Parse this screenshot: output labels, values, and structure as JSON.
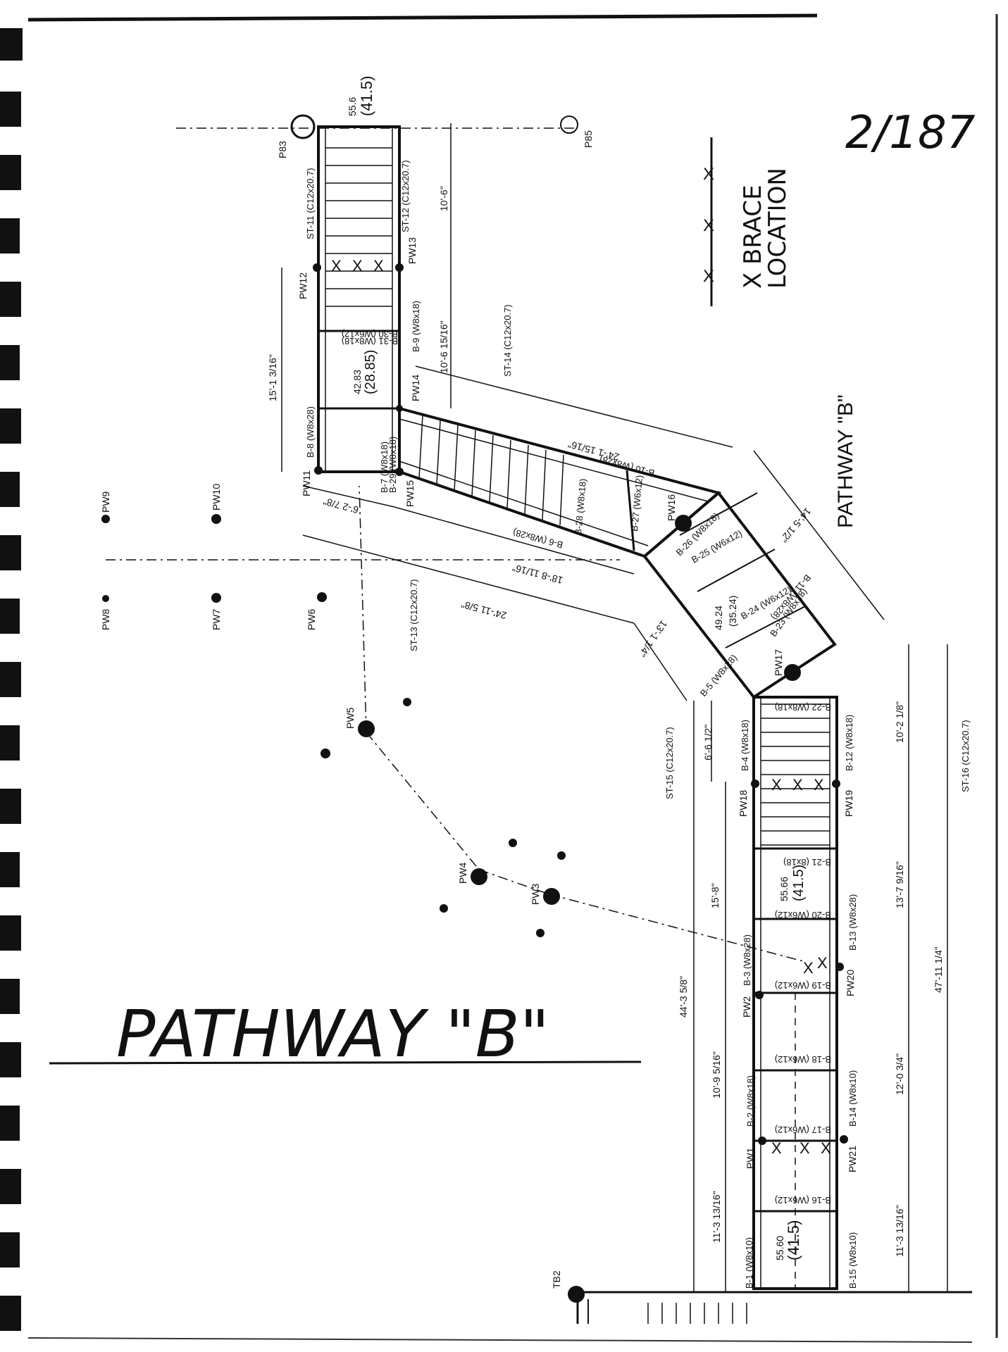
{
  "sheet": {
    "page_number": "2/187",
    "title": "PATHWAY \"B\"",
    "plan_label": "PATHWAY \"B\""
  },
  "legend": {
    "label_line1": "X BRACE",
    "label_line2": "LOCATION"
  },
  "elevations": {
    "top": {
      "value": "55.6",
      "paren": "(41.5)"
    },
    "landing_upper": {
      "value": "42.83",
      "paren": "(28.85)"
    },
    "landing_corner": {
      "value": "49.24",
      "paren": "(35.24)"
    },
    "landing_mid": {
      "value": "55.66",
      "paren": "(41.5)"
    },
    "landing_bottom": {
      "value": "55.60",
      "paren": "(41.5)"
    }
  },
  "posts": {
    "p83": "P83",
    "p85": "P85",
    "tb2": "TB2",
    "pw1": "PW1",
    "pw2": "PW2",
    "pw3": "PW3",
    "pw4": "PW4",
    "pw5": "PW5",
    "pw6": "PW6",
    "pw7": "PW7",
    "pw8": "PW8",
    "pw9": "PW9",
    "pw10": "PW10",
    "pw11": "PW11",
    "pw12": "PW12",
    "pw13": "PW13",
    "pw14": "PW14",
    "pw15": "PW15",
    "pw16": "PW16",
    "pw17": "PW17",
    "pw18": "PW18",
    "pw19": "PW19",
    "pw20": "PW20",
    "pw21": "PW21"
  },
  "members": {
    "st11": "ST-11 (C12x20.7)",
    "st12": "ST-12 (C12x20.7)",
    "st13": "ST-13 (C12x20.7)",
    "st14": "ST-14 (C12x20.7)",
    "st15": "ST-15 (C12x20.7)",
    "st16": "ST-16 (C12x20.7)",
    "b1": "B-1 (W8x10)",
    "b2": "B-2 (W8x18)",
    "b3": "B-3 (W8x28)",
    "b4": "B-4 (W8x18)",
    "b5": "B-5 (W8x28)",
    "b6": "B-6 (W8x28)",
    "b7": "B-7 (W8x18)",
    "b8": "B-8 (W8x28)",
    "b9": "B-9 (W8x18)",
    "b10": "B-10 (W8x28)",
    "b11": "B-11 (W8x28)",
    "b12": "B-12 (W8x18)",
    "b13": "B-13 (W8x28)",
    "b14": "B-14 (W8x10)",
    "b15": "B-15 (W8x10)",
    "b16": "B-16 (W6x12)",
    "b17": "B-17 (W6x12)",
    "b18": "B-18 (W6x12)",
    "b19": "B-19 (W6x12)",
    "b20": "B-20 (W6x12)",
    "b21": "B-21 (8x18)",
    "b22": "B-22 (W8x18)",
    "b23": "B-23 (W8x18)",
    "b24": "B-24 (W6x12)",
    "b25": "B-25 (W6x12)",
    "b26": "B-26 (W8x18)",
    "b27": "B-27 (W6x12)",
    "b28": "B-28 (W8x18)",
    "b29": "B-29 (W8x18)",
    "b30": "B-30 (W6x12)",
    "b31": "B-31 (W8x18)"
  },
  "dimensions": {
    "d_10_6": "10'-6\"",
    "d_10_6_15_16": "10'-6 15/16\"",
    "d_15_1_3_16": "15'-1 3/16\"",
    "d_24_1_15_16": "24'-1 15/16\"",
    "d_6_2_7_8": "6'-2 7/8\"",
    "d_18_8_11_16": "18'-8 11/16\"",
    "d_24_11_5_8": "24'-11 5/8\"",
    "d_14_5_1_2": "14'-5 1/2\"",
    "d_13_1_1_4": "13'-1 1/4\"",
    "d_6_6_1_2": "6'-6 1/2\"",
    "d_15_8": "15'-8\"",
    "d_44_3_5_8": "44'-3 5/8\"",
    "d_10_9_5_16": "10'-9 5/16\"",
    "d_11_3_13_16_left": "11'-3 13/16\"",
    "d_10_2_1_8": "10'-2 1/8\"",
    "d_13_7_9_16": "13'-7 9/16\"",
    "d_47_11_1_4": "47'-11 1/4\"",
    "d_12_0_3_4": "12'-0 3/4\"",
    "d_11_3_13_16_right": "11'-3 13/16\""
  }
}
